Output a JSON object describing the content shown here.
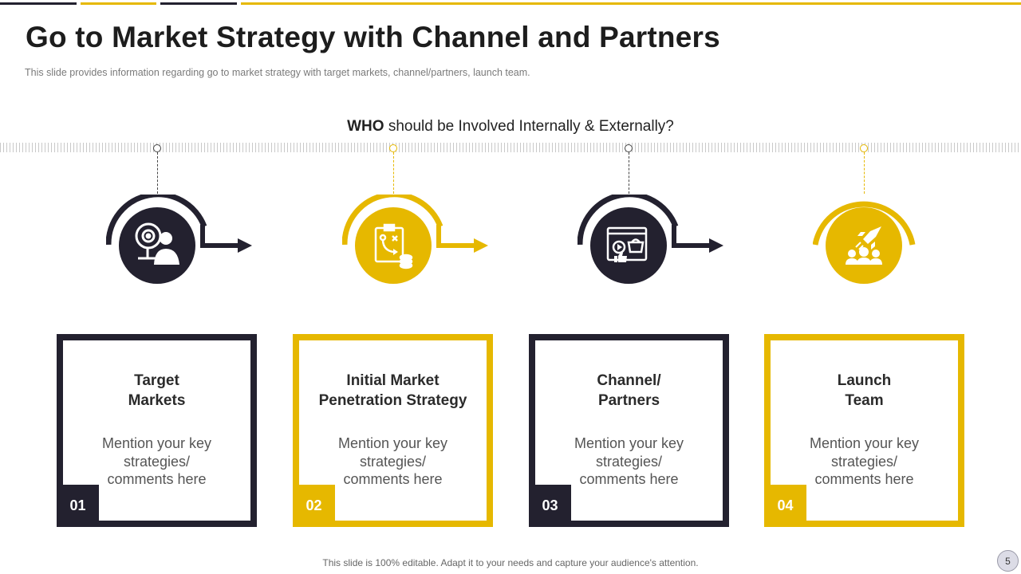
{
  "slide": {
    "title": "Go to Market Strategy with Channel and Partners",
    "subtitle": "This slide provides information regarding go to market strategy with target markets, channel/partners, launch team.",
    "question_bold": "WHO",
    "question_rest": " should be Involved Internally & Externally?",
    "footer": "This slide is 100% editable. Adapt it to your needs and capture your audience's attention.",
    "page_number": "5"
  },
  "colors": {
    "dark": "#23212f",
    "accent": "#e6b800"
  },
  "steps": [
    {
      "number": "01",
      "title": "Target\nMarkets",
      "text": "Mention your key\nstrategies/\ncomments here",
      "icon": "target-person-icon",
      "theme": "dark"
    },
    {
      "number": "02",
      "title": "Initial Market\nPenetration Strategy",
      "text": "Mention your key\nstrategies/\ncomments here",
      "icon": "strategy-board-icon",
      "theme": "accent"
    },
    {
      "number": "03",
      "title": "Channel/\nPartners",
      "text": "Mention your key\nstrategies/\ncomments here",
      "icon": "online-channel-icon",
      "theme": "dark"
    },
    {
      "number": "04",
      "title": "Launch\nTeam",
      "text": "Mention your key\nstrategies/\ncomments here",
      "icon": "rocket-team-icon",
      "theme": "accent"
    }
  ]
}
